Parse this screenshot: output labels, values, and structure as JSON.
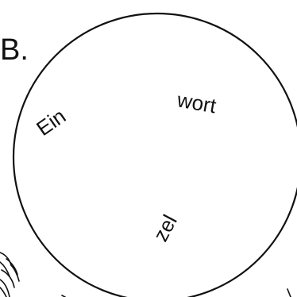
{
  "exercise": {
    "label": "B.",
    "syllables": [
      {
        "id": "ein",
        "text": "Ein"
      },
      {
        "id": "wort",
        "text": "wort"
      },
      {
        "id": "zel",
        "text": "zel"
      }
    ]
  },
  "colors": {
    "ink": "#111111",
    "paper": "#ffffff"
  }
}
